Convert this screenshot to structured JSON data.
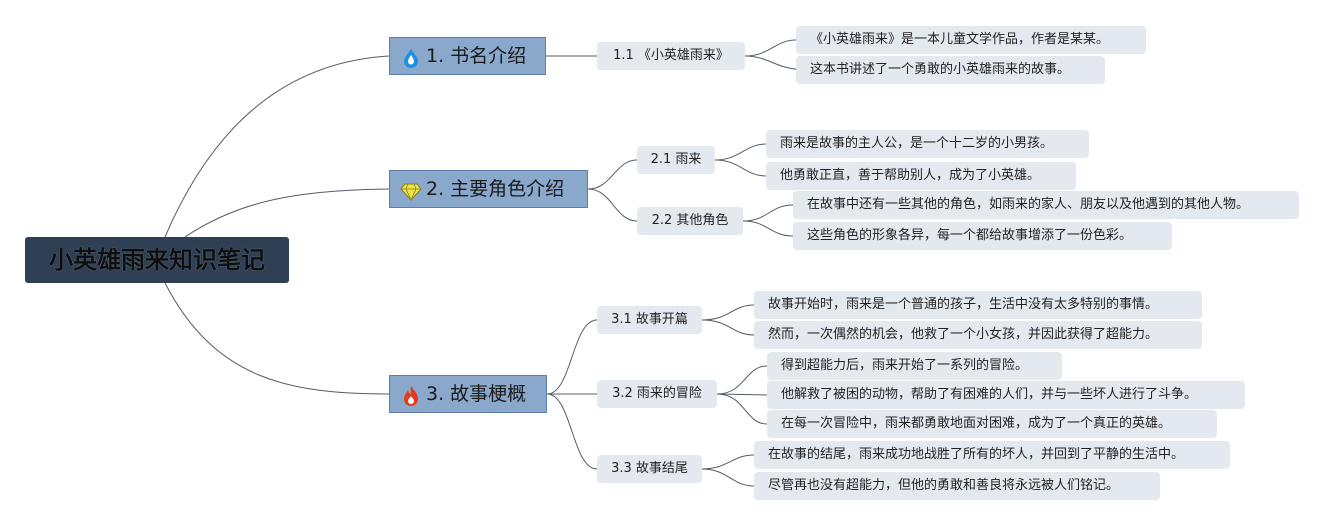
{
  "root": {
    "label": "小英雄雨来知识笔记"
  },
  "topics": [
    {
      "label": "1. 书名介绍",
      "icon": "water-drop-icon",
      "subs": [
        {
          "label": "1.1 《小英雄雨来》",
          "leaves": [
            "《小英雄雨来》是一本儿童文学作品，作者是某某。",
            "这本书讲述了一个勇敢的小英雄雨来的故事。"
          ]
        }
      ]
    },
    {
      "label": "2. 主要角色介绍",
      "icon": "diamond-icon",
      "subs": [
        {
          "label": "2.1 雨来",
          "leaves": [
            "雨来是故事的主人公，是一个十二岁的小男孩。",
            "他勇敢正直，善于帮助别人，成为了小英雄。"
          ]
        },
        {
          "label": "2.2 其他角色",
          "leaves": [
            "在故事中还有一些其他的角色，如雨来的家人、朋友以及他遇到的其他人物。",
            "这些角色的形象各异，每一个都给故事增添了一份色彩。"
          ]
        }
      ]
    },
    {
      "label": "3. 故事梗概",
      "icon": "fire-icon",
      "subs": [
        {
          "label": "3.1 故事开篇",
          "leaves": [
            "故事开始时，雨来是一个普通的孩子，生活中没有太多特别的事情。",
            "然而，一次偶然的机会，他救了一个小女孩，并因此获得了超能力。"
          ]
        },
        {
          "label": "3.2 雨来的冒险",
          "leaves": [
            "得到超能力后，雨来开始了一系列的冒险。",
            "他解救了被困的动物，帮助了有困难的人们，并与一些坏人进行了斗争。",
            "在每一次冒险中，雨来都勇敢地面对困难，成为了一个真正的英雄。"
          ]
        },
        {
          "label": "3.3 故事结尾",
          "leaves": [
            "在故事的结尾，雨来成功地战胜了所有的坏人，并回到了平静的生活中。",
            "尽管再也没有超能力，但他的勇敢和善良将永远被人们铭记。"
          ]
        }
      ]
    }
  ]
}
